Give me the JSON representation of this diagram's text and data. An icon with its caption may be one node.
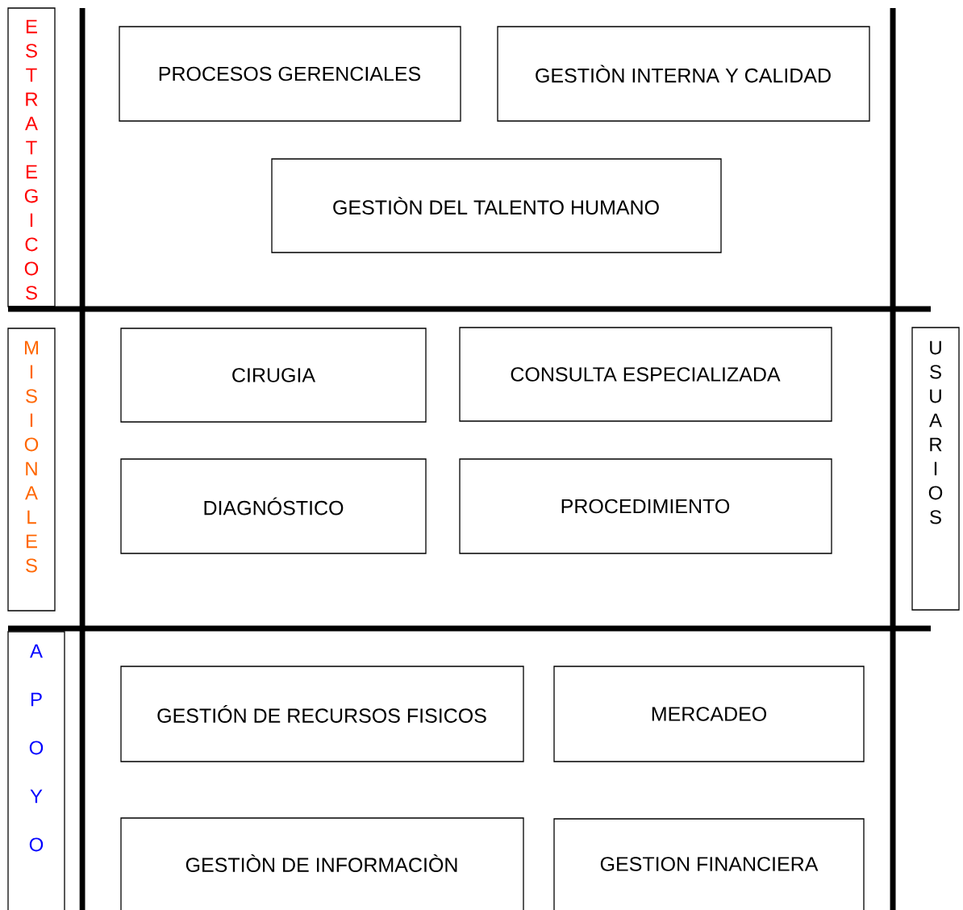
{
  "diagram": {
    "nodes": [
      {
        "text": [
          "ESTRATEGICOS"
        ]
      },
      {
        "text": [
          "PROCESOS GERENCIALES"
        ]
      },
      {
        "text": [
          "GESTIÒN INTERNA Y CALIDAD"
        ]
      },
      {
        "text": [
          "GESTIÒN DEL TALENTO HUMANO"
        ]
      },
      {
        "text": [
          "MISIONALES"
        ]
      },
      {
        "text": [
          "CIRUGIA"
        ]
      },
      {
        "text": [
          "CONSULTA ESPECIALIZADA"
        ]
      },
      {
        "text": [
          "USUARIOS"
        ]
      },
      {
        "text": [
          "DIAGNÓSTICO"
        ]
      },
      {
        "text": [
          "PROCEDIMIENTO"
        ]
      },
      {
        "text": [
          "APOYO"
        ]
      },
      {
        "text": [
          "GESTIÓN DE RECURSOS FISICOS"
        ]
      },
      {
        "text": [
          "MERCADEO"
        ]
      },
      {
        "text": [
          "GESTIÒN DE INFORMACIÒN"
        ]
      },
      {
        "text": [
          "GESTION FINANCIERA"
        ]
      }
    ]
  }
}
